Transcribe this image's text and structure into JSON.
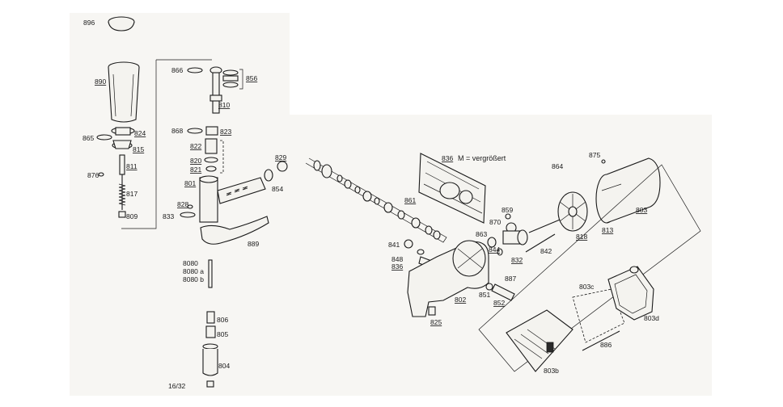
{
  "labels": {
    "p896": "896",
    "p890": "890",
    "p865": "865",
    "p824": "824",
    "p815": "815",
    "p811": "811",
    "p876": "876",
    "p817": "817",
    "p809": "809",
    "p866": "866",
    "p856": "856",
    "p810": "810",
    "p868": "868",
    "p823": "823",
    "p822": "822",
    "p820": "820",
    "p821": "821",
    "p801": "801",
    "p829": "829",
    "p854": "854",
    "p828": "828",
    "p833": "833",
    "p889": "889",
    "p8080": "8080",
    "p8080a": "8080 a",
    "p8080b": "8080 b",
    "p806": "806",
    "p805": "805",
    "p804": "804",
    "p1632": "16/32",
    "p836": "836",
    "note836": "M = vergrößert",
    "p861": "861",
    "p864": "864",
    "p875": "875",
    "p803": "803",
    "p859": "859",
    "p870": "870",
    "p863": "863",
    "p841": "841",
    "p848": "848",
    "p836b": "836",
    "p844": "844",
    "p818": "818",
    "p813": "813",
    "p842": "842",
    "p832": "832",
    "p887": "887",
    "p802": "802",
    "p851": "851",
    "p852": "852",
    "p825": "825",
    "p803c": "803c",
    "p803d": "803d",
    "p886": "886",
    "p803b": "803b"
  }
}
